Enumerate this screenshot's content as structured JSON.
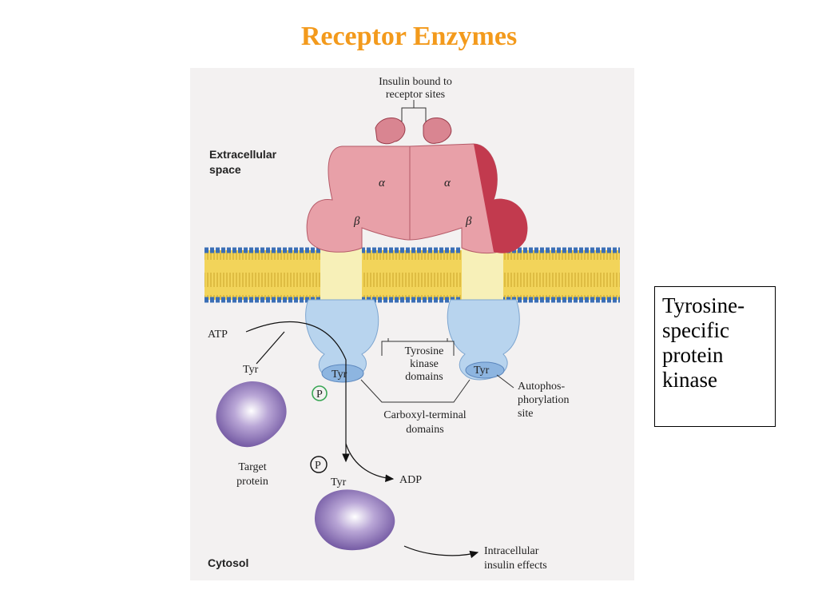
{
  "slide": {
    "title": "Receptor Enzymes",
    "title_color": "#f39a1c"
  },
  "figure": {
    "labels": {
      "insulin_line1": "Insulin bound to",
      "insulin_line2": "receptor sites",
      "extracellular_line1": "Extracellular",
      "extracellular_line2": "space",
      "alpha": "α",
      "beta": "β",
      "atp": "ATP",
      "tyr": "Tyr",
      "kinase_line1": "Tyrosine",
      "kinase_line2": "kinase",
      "kinase_line3": "domains",
      "autophos_line1": "Autophos-",
      "autophos_line2": "phorylation",
      "autophos_line3": "site",
      "phosphate": "P",
      "carboxyl_line1": "Carboxyl-terminal",
      "carboxyl_line2": "domains",
      "target_line1": "Target",
      "target_line2": "protein",
      "adp": "ADP",
      "cytosol": "Cytosol",
      "effects_line1": "Intracellular",
      "effects_line2": "insulin effects"
    },
    "colors": {
      "receptor_alpha": "#e8a0a8",
      "receptor_dark": "#c23a4e",
      "membrane_yellow": "#f2d45a",
      "membrane_head": "#3b6fb6",
      "kinase_blue": "#b8d4ee",
      "target_protein": "#7a5fa8",
      "phosphate_circle": "#3aa655"
    }
  },
  "callout": {
    "lines": [
      "Tyrosine-",
      "specific",
      "protein",
      "kinase"
    ]
  }
}
